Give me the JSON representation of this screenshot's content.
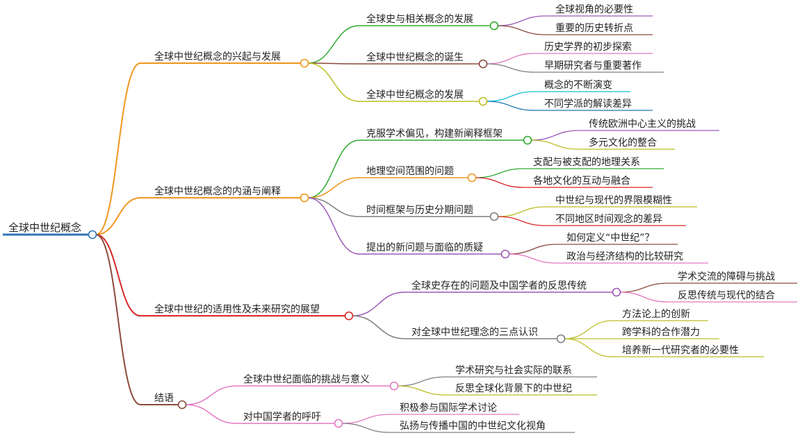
{
  "root": {
    "label": "全球中世纪概念",
    "color": "#2E75B6"
  },
  "branches": [
    {
      "label": "全球中世纪概念的兴起与发展",
      "color": "#F0961E",
      "children": [
        {
          "label": "全球史与相关概念的发展",
          "color": "#2EAA2E",
          "children": [
            {
              "label": "全球视角的必要性",
              "color": "#9B59B6"
            },
            {
              "label": "重要的历史转折点",
              "color": "#8B4A3C"
            }
          ]
        },
        {
          "label": "全球中世纪概念的诞生",
          "color": "#8B4A3C",
          "children": [
            {
              "label": "历史学界的初步探索",
              "color": "#E377C2"
            },
            {
              "label": "早期研究者与重要著作",
              "color": "#7F7F7F"
            }
          ]
        },
        {
          "label": "全球中世纪概念的发展",
          "color": "#BCBD22",
          "children": [
            {
              "label": "概念的不断演变",
              "color": "#17BECF"
            },
            {
              "label": "不同学派的解读差异",
              "color": "#1F77B4"
            }
          ]
        }
      ]
    },
    {
      "label": "全球中世纪概念的内涵与阐释",
      "color": "#F0961E",
      "children": [
        {
          "label": "克服学术偏见，构建新阐释框架",
          "color": "#2EAA2E",
          "children": [
            {
              "label": "传统欧洲中心主义的挑战",
              "color": "#9B59B6"
            },
            {
              "label": "多元文化的整合",
              "color": "#BCBD22"
            }
          ]
        },
        {
          "label": "地理空间范围的问题",
          "color": "#F0961E",
          "children": [
            {
              "label": "支配与被支配的地理关系",
              "color": "#2EAA2E"
            },
            {
              "label": "各地文化的互动与融合",
              "color": "#D62728"
            }
          ]
        },
        {
          "label": "时间框架与历史分期问题",
          "color": "#7F7F7F",
          "children": [
            {
              "label": "中世纪与现代的界限模糊性",
              "color": "#BCBD22"
            },
            {
              "label": "不同地区时间观念的差异",
              "color": "#D62728"
            }
          ]
        },
        {
          "label": "提出的新问题与面临的质疑",
          "color": "#9B59B6",
          "children": [
            {
              "label": "如何定义“中世纪”？",
              "color": "#8B4A3C"
            },
            {
              "label": "政治与经济结构的比较研究",
              "color": "#E377C2"
            }
          ]
        }
      ]
    },
    {
      "label": "全球中世纪的适用性及未来研究的展望",
      "color": "#D62728",
      "children": [
        {
          "label": "全球史存在的问题及中国学者的反思传统",
          "color": "#9B59B6",
          "children": [
            {
              "label": "学术交流的障碍与挑战",
              "color": "#8B4A3C"
            },
            {
              "label": "反思传统与现代的结合",
              "color": "#E377C2"
            }
          ]
        },
        {
          "label": "对全球中世纪理念的三点认识",
          "color": "#7F7F7F",
          "children": [
            {
              "label": "方法论上的创新",
              "color": "#BCBD22"
            },
            {
              "label": "跨学科的合作潜力",
              "color": "#BCBD22"
            },
            {
              "label": "培养新一代研究者的必要性",
              "color": "#BCBD22"
            }
          ]
        }
      ]
    },
    {
      "label": "结语",
      "color": "#8B4A3C",
      "children": [
        {
          "label": "全球中世纪面临的挑战与意义",
          "color": "#E377C2",
          "children": [
            {
              "label": "学术研究与社会实际的联系",
              "color": "#7F7F7F"
            },
            {
              "label": "反思全球化背景下的中世纪",
              "color": "#BCBD22"
            }
          ]
        },
        {
          "label": "对中国学者的呼吁",
          "color": "#E377C2",
          "children": [
            {
              "label": "积极参与国际学术讨论",
              "color": "#E377C2"
            },
            {
              "label": "弘扬与传播中国的中世纪文化视角",
              "color": "#7F7F7F"
            }
          ]
        }
      ]
    }
  ]
}
